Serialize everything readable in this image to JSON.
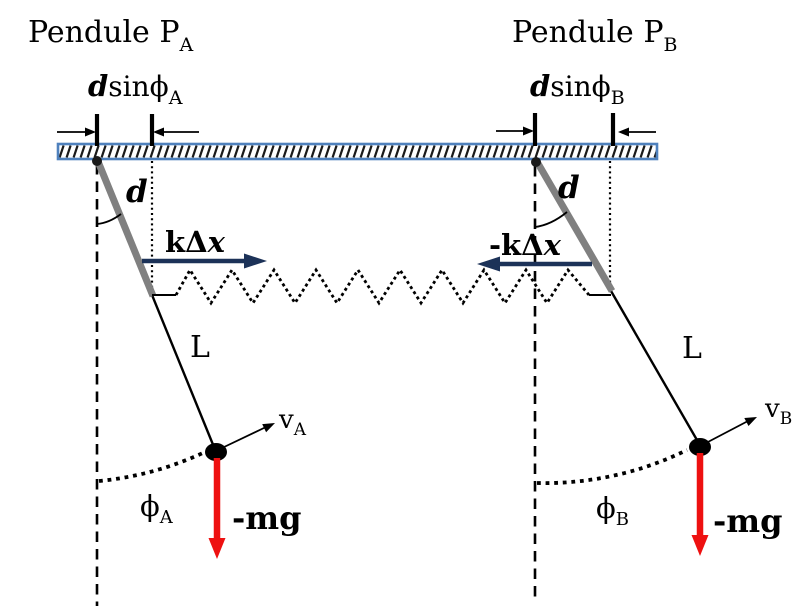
{
  "pendulum_a": {
    "title": "Pendule P",
    "title_sub": "A",
    "displacement_d": "d",
    "displacement_fn": "sinϕ",
    "displacement_sub": "A",
    "rod_length_label": "d",
    "string_length_label": "L",
    "spring_force_main": "kΔ",
    "spring_force_var": "x",
    "velocity_label": "v",
    "velocity_sub": "A",
    "gravity_label": "-mg",
    "angle_label": "ϕ",
    "angle_sub": "A"
  },
  "pendulum_b": {
    "title": "Pendule P",
    "title_sub": "B",
    "displacement_d": "d",
    "displacement_fn": "sinϕ",
    "displacement_sub": "B",
    "rod_length_label": "d",
    "string_length_label": "L",
    "spring_force_main": "-kΔ",
    "spring_force_var": "x",
    "velocity_label": "v",
    "velocity_sub": "B",
    "gravity_label": "-mg",
    "angle_label": "ϕ",
    "angle_sub": "B"
  },
  "colors": {
    "ceiling_border": "#4F81BD",
    "rod": "#808080",
    "force_arrow": "#1C3258",
    "force_text": "#17365D",
    "gravity_arrow": "#EE1111"
  }
}
